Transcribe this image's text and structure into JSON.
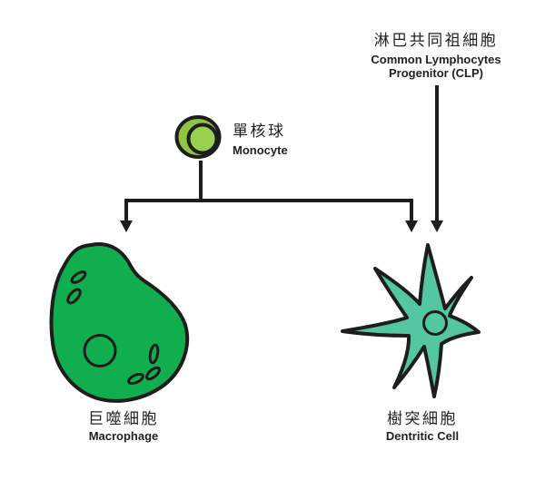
{
  "diagram": {
    "clp": {
      "zh": "淋巴共同祖細胞",
      "en1": "Common Lymphocytes",
      "en2": "Progenitor (CLP)"
    },
    "monocyte": {
      "zh": "單核球",
      "en": "Monocyte"
    },
    "macrophage": {
      "zh": "巨噬細胞",
      "en": "Macrophage"
    },
    "dendritic": {
      "zh": "樹突細胞",
      "en": "Dentritic Cell"
    }
  },
  "edges": [
    {
      "from": "Monocyte",
      "to": "Macrophage"
    },
    {
      "from": "Monocyte",
      "to": "Dentritic Cell"
    },
    {
      "from": "Common Lymphocytes Progenitor (CLP)",
      "to": "Dentritic Cell"
    }
  ],
  "colors": {
    "background": "#ffffff",
    "outline": "#1d1d1b",
    "text": "#231f20",
    "monocyte_fill": "#8dc63f",
    "monocyte_nucleus_fill": "#9ad14f",
    "macrophage_fill": "#10ae4f",
    "dendritic_fill": "#54c7a2"
  }
}
